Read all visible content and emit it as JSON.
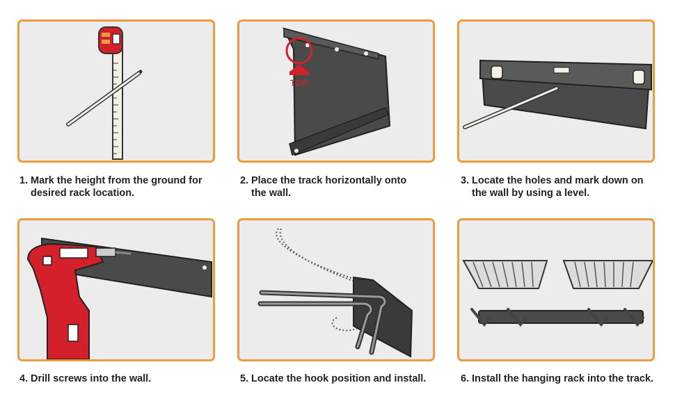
{
  "steps": [
    {
      "number": "1.",
      "line1": "Mark the height from the ground for",
      "line2": "desired rack location."
    },
    {
      "number": "2.",
      "line1": "Place the track horizontally onto",
      "line2": "the wall."
    },
    {
      "number": "3.",
      "line1": "Locate the holes and mark down on",
      "line2": "the wall by using a level."
    },
    {
      "number": "4.",
      "line1": "Drill screws into the wall.",
      "line2": ""
    },
    {
      "number": "5.",
      "line1": "Locate the hook position and install.",
      "line2": ""
    },
    {
      "number": "6.",
      "line1": "Install the hanging rack into the track.",
      "line2": ""
    }
  ],
  "labels": {
    "top_marker": "TOP"
  },
  "colors": {
    "panel_border": "#f09a3e",
    "panel_bg": "#ececec",
    "track": "#4a4a4a",
    "accent_red": "#d4202a",
    "text": "#222222"
  }
}
